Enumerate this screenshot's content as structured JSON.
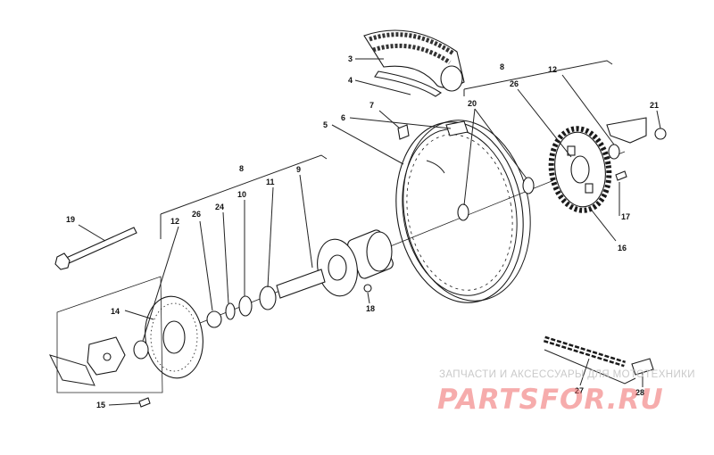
{
  "callouts": [
    {
      "id": "c3",
      "text": "3"
    },
    {
      "id": "c4",
      "text": "4"
    },
    {
      "id": "c5",
      "text": "5"
    },
    {
      "id": "c6",
      "text": "6"
    },
    {
      "id": "c7",
      "text": "7"
    },
    {
      "id": "c8a",
      "text": "8"
    },
    {
      "id": "c8b",
      "text": "8"
    },
    {
      "id": "c9",
      "text": "9"
    },
    {
      "id": "c10",
      "text": "10"
    },
    {
      "id": "c11",
      "text": "11"
    },
    {
      "id": "c12a",
      "text": "12"
    },
    {
      "id": "c12b",
      "text": "12"
    },
    {
      "id": "c14",
      "text": "14"
    },
    {
      "id": "c15",
      "text": "15"
    },
    {
      "id": "c16",
      "text": "16"
    },
    {
      "id": "c17",
      "text": "17"
    },
    {
      "id": "c18",
      "text": "18"
    },
    {
      "id": "c19",
      "text": "19"
    },
    {
      "id": "c20",
      "text": "20"
    },
    {
      "id": "c21",
      "text": "21"
    },
    {
      "id": "c24",
      "text": "24"
    },
    {
      "id": "c26a",
      "text": "26"
    },
    {
      "id": "c26b",
      "text": "26"
    },
    {
      "id": "c27",
      "text": "27"
    },
    {
      "id": "c28",
      "text": "28"
    }
  ],
  "watermark": {
    "tagline": "ЗАПЧАСТИ И АКСЕССУАРЫ ДЛЯ МОТОТЕХНИКИ",
    "brand": "PARTSFOR.RU",
    "tagline_color": "#c9c9c9",
    "brand_color": "#f06a6a"
  },
  "colors": {
    "line": "#1a1a1a",
    "background": "#ffffff"
  }
}
